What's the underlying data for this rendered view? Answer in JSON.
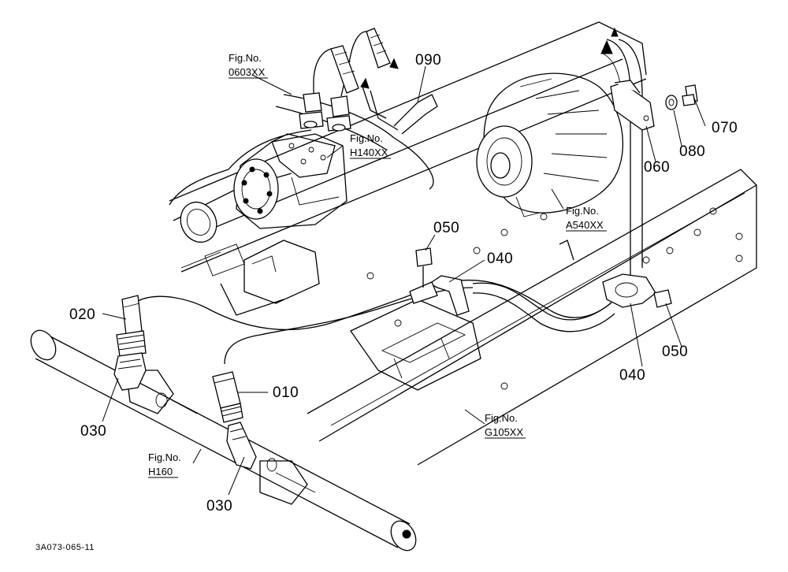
{
  "parts": {
    "p010": "010",
    "p020": "020",
    "p030a": "030",
    "p030b": "030",
    "p040a": "040",
    "p040b": "040",
    "p050a": "050",
    "p050b": "050",
    "p060": "060",
    "p070": "070",
    "p080": "080",
    "p090": "090"
  },
  "fig_refs": {
    "prefix": "Fig.No.",
    "r0603": "0603XX",
    "rH140": "H140XX",
    "rA540": "A540XX",
    "rG105": "G105XX",
    "rH160": "H160"
  },
  "drawing_code": "3A073-065-11"
}
